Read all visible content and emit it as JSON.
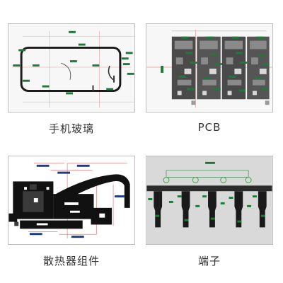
{
  "gallery": {
    "items": [
      {
        "caption": "手机玻璃"
      },
      {
        "caption": "PCB"
      },
      {
        "caption": "散热器组件"
      },
      {
        "caption": "端子"
      }
    ]
  }
}
